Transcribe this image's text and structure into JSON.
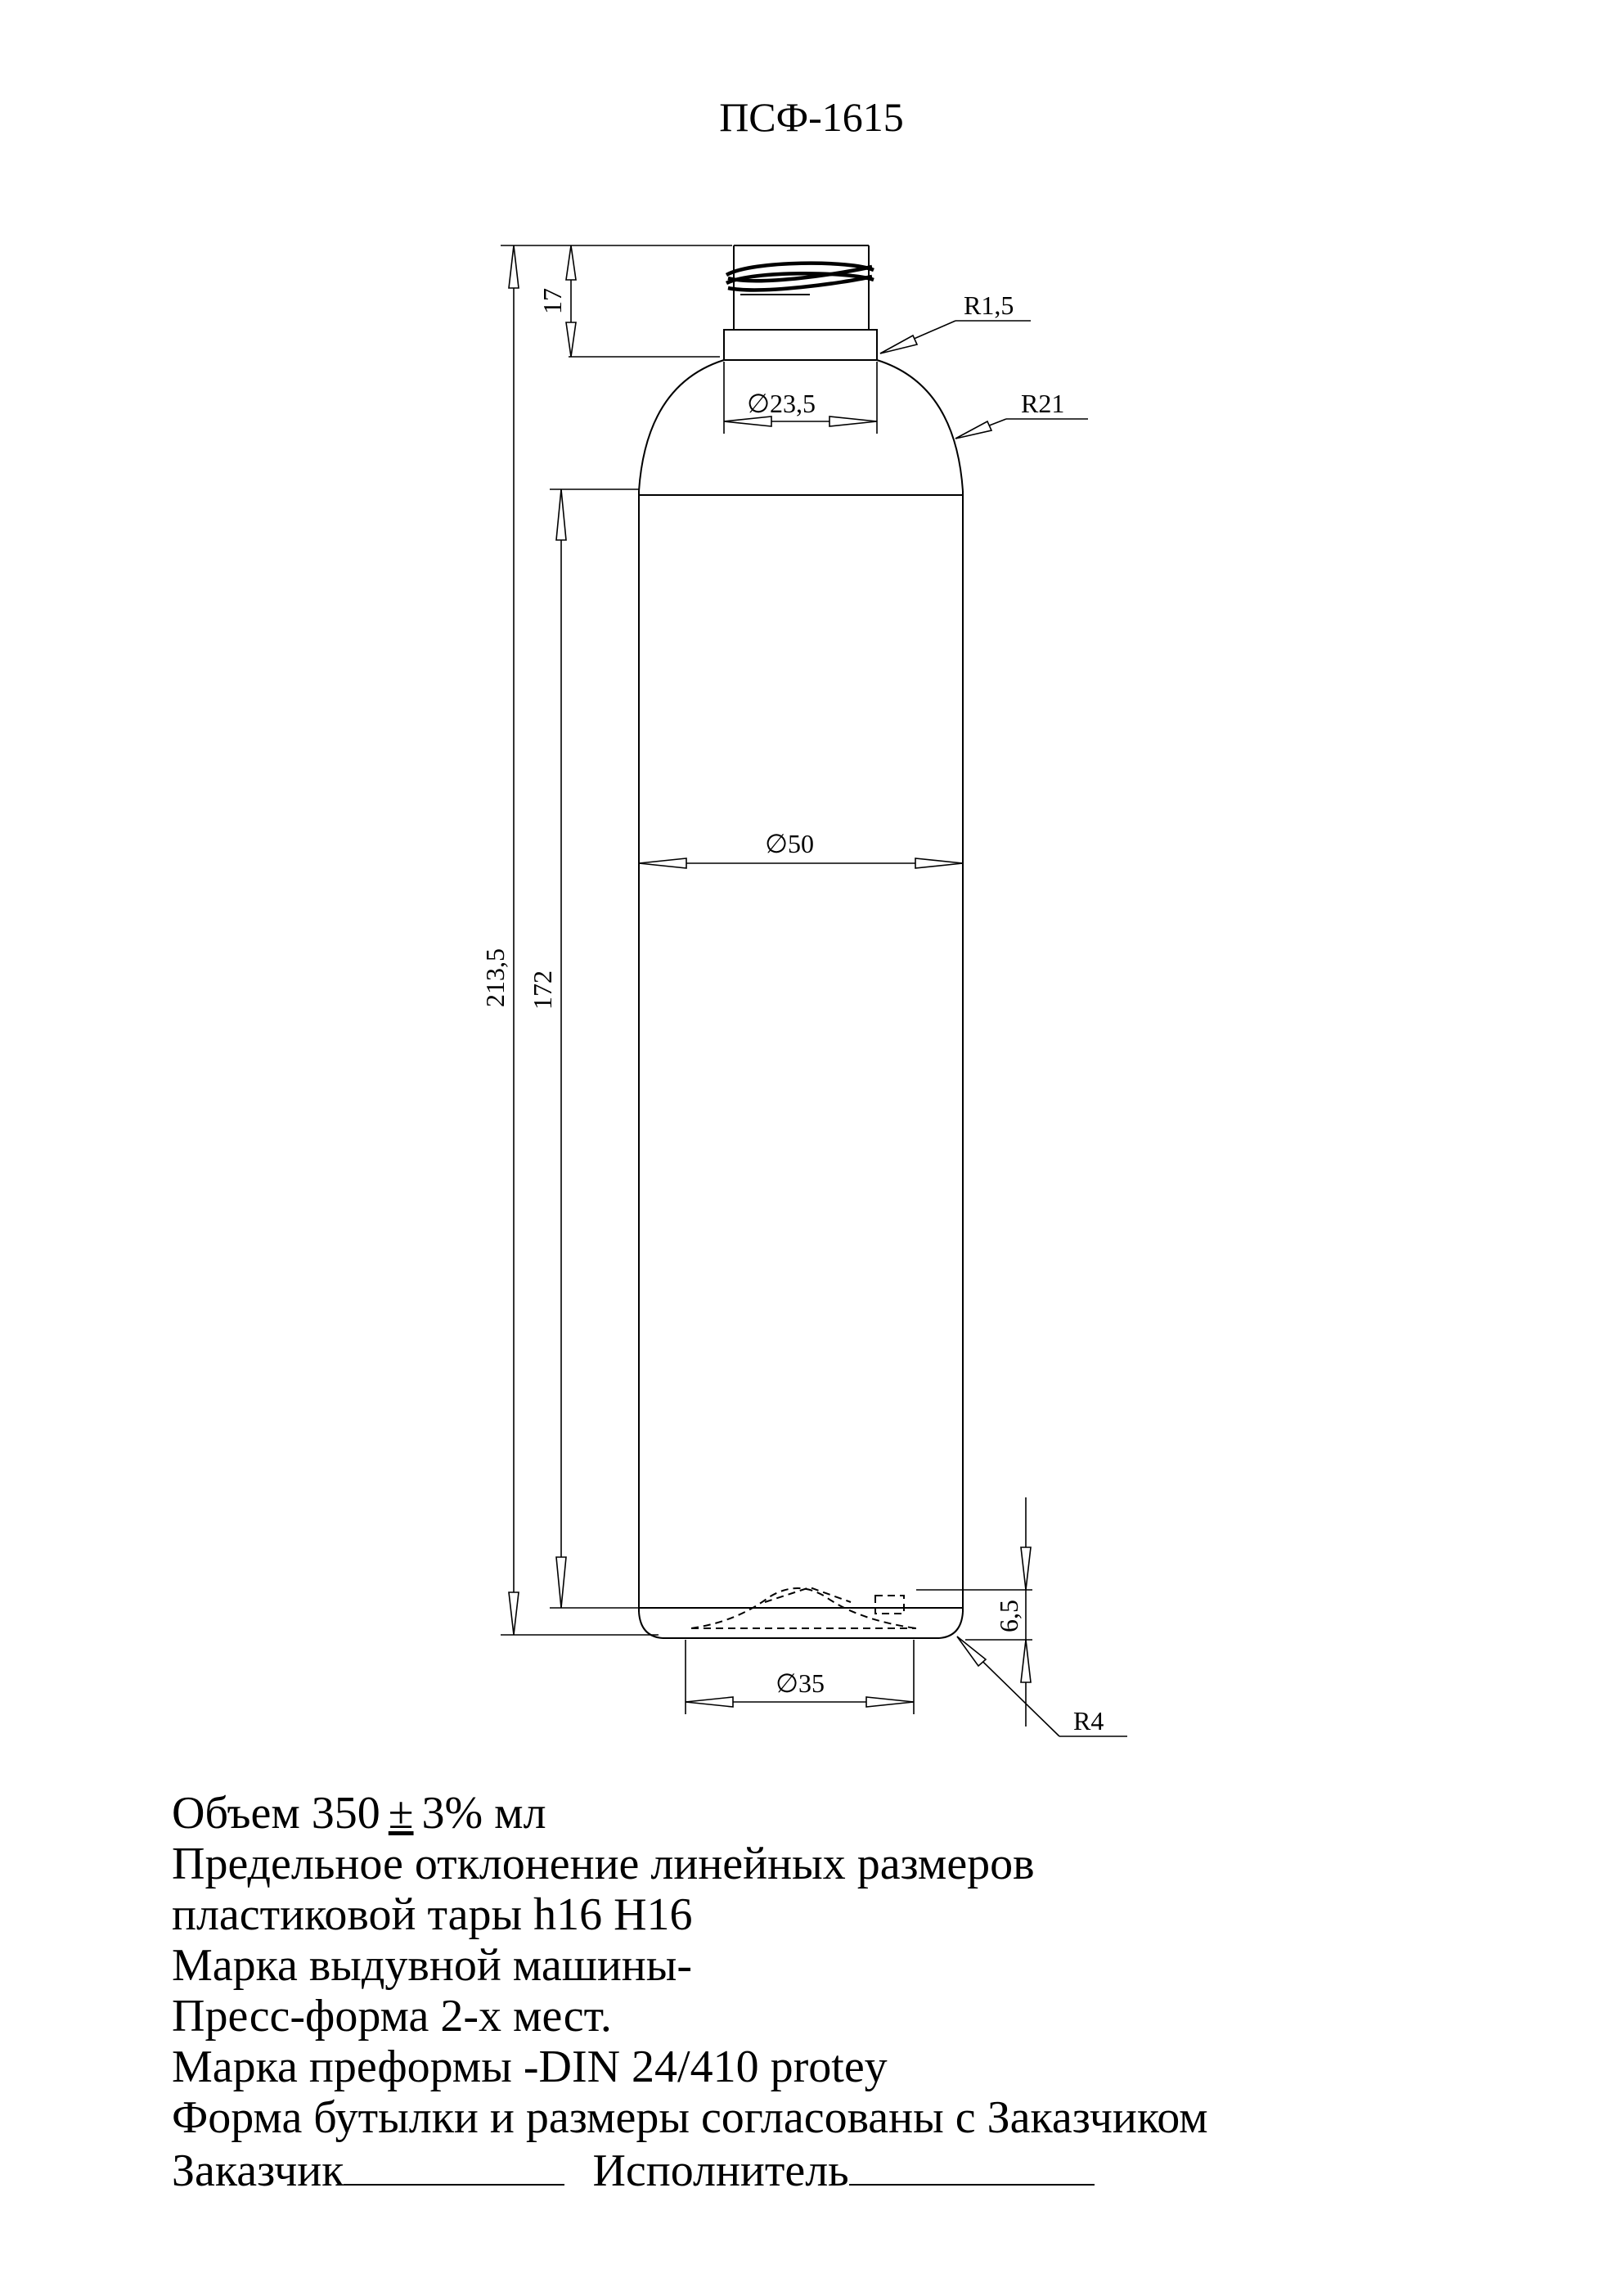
{
  "title": "ПСФ-1615",
  "dimensions": {
    "neck_height": "17",
    "total_height": "213,5",
    "body_height": "172",
    "neck_diameter": "23,5",
    "body_diameter": "50",
    "base_diameter": "35",
    "shoulder_radius": "R21",
    "neck_radius": "R1,5",
    "base_radius": "R4",
    "base_recess_height": "6,5",
    "diameter_symbol": "∅"
  },
  "notes": {
    "volume_prefix": "Объем 350",
    "volume_pm": "±",
    "volume_suffix": "3% мл",
    "tolerance_line1": "Предельное отклонение линейных размеров",
    "tolerance_line2": "пластиковой тары h16 H16",
    "machine": "Марка выдувной машины-",
    "mold": "Пресс-форма 2-х мест.",
    "preform": "Марка преформы -DIN 24/410 protey",
    "agreement": "Форма бутылки и размеры согласованы с Заказчиком",
    "customer": "Заказчик",
    "contractor": "Исполнитель"
  }
}
